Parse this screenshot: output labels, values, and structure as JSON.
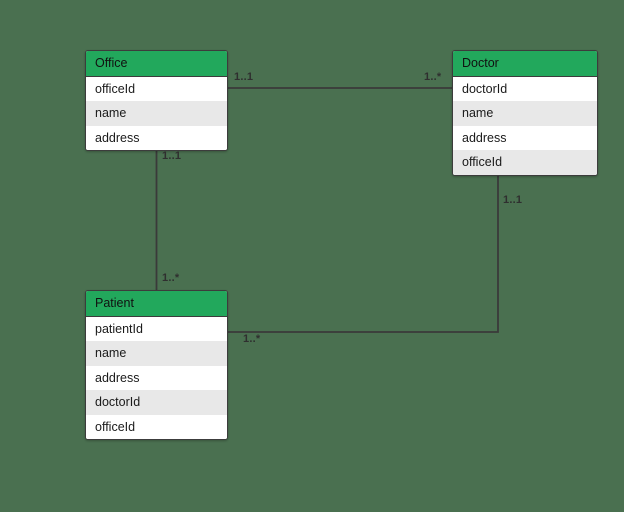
{
  "diagram": {
    "type": "er-diagram",
    "background_color": "#4a7050",
    "header_color": "#22a85c",
    "row_color": "#ffffff",
    "row_alt_color": "#e8e8e8",
    "border_color": "#3c3c3c",
    "edge_color": "#3a3a3a"
  },
  "entities": [
    {
      "name": "Office",
      "attributes": [
        {
          "name": "officeId"
        },
        {
          "name": "name"
        },
        {
          "name": "address"
        }
      ]
    },
    {
      "name": "Doctor",
      "attributes": [
        {
          "name": "doctorId"
        },
        {
          "name": "name"
        },
        {
          "name": "address"
        },
        {
          "name": "officeId"
        }
      ]
    },
    {
      "name": "Patient",
      "attributes": [
        {
          "name": "patientId"
        },
        {
          "name": "name"
        },
        {
          "name": "address"
        },
        {
          "name": "doctorId"
        },
        {
          "name": "officeId"
        }
      ]
    }
  ],
  "relationships": [
    {
      "from": "Office",
      "to": "Doctor",
      "source_cardinality": "1..1",
      "target_cardinality": "1..*"
    },
    {
      "from": "Office",
      "to": "Patient",
      "source_cardinality": "1..1",
      "target_cardinality": "1..*"
    },
    {
      "from": "Doctor",
      "to": "Patient",
      "source_cardinality": "1..1",
      "target_cardinality": "1..*"
    }
  ],
  "cardinality_labels": {
    "office_doctor_source": "1..1",
    "office_doctor_target": "1..*",
    "office_patient_source": "1..1",
    "office_patient_target": "1..*",
    "doctor_patient_source": "1..1",
    "doctor_patient_target": "1..*"
  }
}
